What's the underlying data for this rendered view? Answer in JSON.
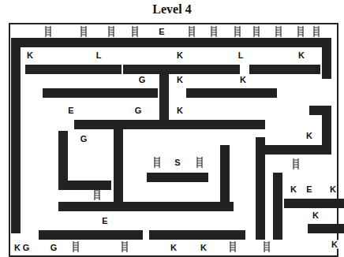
{
  "diagram": {
    "title": "Level 4",
    "labels": [
      "E",
      "K",
      "L",
      "K",
      "L",
      "K",
      "G",
      "K",
      "K",
      "E",
      "G",
      "K",
      "G",
      "S",
      "K",
      "K",
      "E",
      "K",
      "K",
      "E",
      "K",
      "K",
      "G",
      "G",
      "K",
      "K"
    ]
  }
}
